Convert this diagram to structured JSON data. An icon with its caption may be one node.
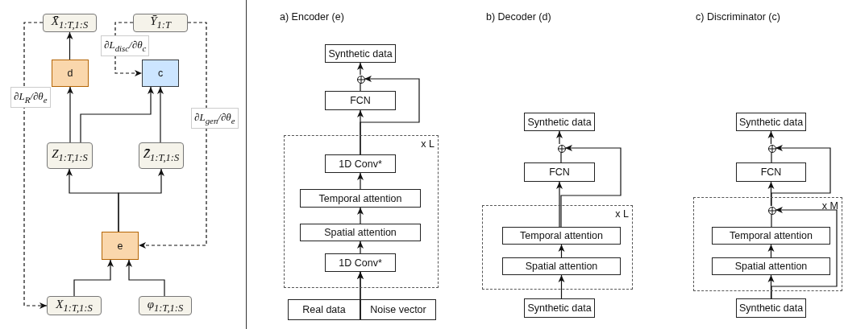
{
  "diagram": {
    "nodes": [
      {
        "text": [
          "X̄$_{1:T,1:S}$"
        ]
      },
      {
        "text": [
          "Ȳ$_{1:T}$"
        ]
      },
      {
        "text": [
          "d"
        ]
      },
      {
        "text": [
          "c"
        ]
      },
      {
        "text": [
          "Z$_{1:T,1:S}$"
        ]
      },
      {
        "text": [
          "Z̄$_{1:T,1:S}$"
        ]
      },
      {
        "text": [
          "e"
        ]
      },
      {
        "text": [
          "X$_{1:T,1:S}$"
        ]
      },
      {
        "text": [
          "φ$_{1:T,1:S}$"
        ]
      },
      {
        "text": [
          "Synthetic data"
        ]
      },
      {
        "text": [],
        "shape": "circle"
      },
      {
        "text": [
          "FCN"
        ]
      },
      {
        "text": [
          "x L"
        ]
      },
      {
        "text": [
          "1D Conv*"
        ],
        "in": 12
      },
      {
        "text": [
          "Temporal attention"
        ],
        "in": 12
      },
      {
        "text": [
          "Spatial attention"
        ],
        "in": 12
      },
      {
        "text": [
          "1D Conv*"
        ],
        "in": 12
      },
      {
        "text": [
          "Real data"
        ]
      },
      {
        "text": [
          "Noise vector"
        ]
      },
      {
        "text": [
          "Synthetic data"
        ]
      },
      {
        "text": [],
        "shape": "circle"
      },
      {
        "text": [
          "FCN"
        ]
      },
      {
        "text": [
          "x L"
        ]
      },
      {
        "text": [
          "Temporal attention"
        ],
        "in": 22
      },
      {
        "text": [
          "Spatial attention"
        ],
        "in": 22
      },
      {
        "text": [
          "Synthetic data"
        ]
      },
      {
        "text": [
          "Synthetic data"
        ]
      },
      {
        "text": [],
        "shape": "circle"
      },
      {
        "text": [
          "FCN"
        ]
      },
      {
        "text": [
          "x M"
        ]
      },
      {
        "text": [],
        "shape": "circle",
        "in": 29
      },
      {
        "text": [
          "Temporal attention"
        ],
        "in": 29
      },
      {
        "text": [
          "Spatial attention"
        ],
        "in": 29
      },
      {
        "text": [
          "Synthetic data"
        ]
      }
    ],
    "edges": [
      {
        "from": 2,
        "to": 0,
        "arrow": "to"
      },
      {
        "from": 4,
        "to": 2,
        "arrow": "to"
      },
      {
        "from": 4,
        "to": 3,
        "arrow": "to"
      },
      {
        "from": 5,
        "to": 3,
        "arrow": "to"
      },
      {
        "from": 6,
        "to": 4,
        "arrow": "to"
      },
      {
        "from": 6,
        "to": 5,
        "arrow": "to"
      },
      {
        "from": 7,
        "to": 6,
        "arrow": "to"
      },
      {
        "from": 8,
        "to": 6,
        "arrow": "to"
      },
      {
        "from": 0,
        "to": 7,
        "arrow": "to",
        "style": "dashed",
        "label": "∂L$_{R}$/∂θ$_{e}$"
      },
      {
        "from": 1,
        "to": 3,
        "arrow": "to",
        "style": "dashed",
        "label": "∂L$_{disc}$/∂θ$_{c}$"
      },
      {
        "from": 1,
        "to": 6,
        "arrow": "to",
        "style": "dashed",
        "label": "∂L$_{gen}$/∂θ$_{e}$"
      },
      {
        "from": 17,
        "to": 16,
        "arrow": "to"
      },
      {
        "from": 18,
        "to": 16,
        "arrow": "to"
      },
      {
        "from": 16,
        "to": 15,
        "arrow": "to"
      },
      {
        "from": 15,
        "to": 14,
        "arrow": "to"
      },
      {
        "from": 14,
        "to": 13,
        "arrow": "to"
      },
      {
        "from": 13,
        "to": 11,
        "arrow": "to"
      },
      {
        "from": 11,
        "to": 10,
        "arrow": "none"
      },
      {
        "from": 10,
        "to": 9,
        "arrow": "to"
      },
      {
        "from": 13,
        "to": 10,
        "arrow": "to"
      },
      {
        "from": 25,
        "to": 24,
        "arrow": "to"
      },
      {
        "from": 24,
        "to": 23,
        "arrow": "to"
      },
      {
        "from": 23,
        "to": 21,
        "arrow": "to"
      },
      {
        "from": 21,
        "to": 20,
        "arrow": "none"
      },
      {
        "from": 20,
        "to": 19,
        "arrow": "to"
      },
      {
        "from": 23,
        "to": 20,
        "arrow": "to"
      },
      {
        "from": 33,
        "to": 32,
        "arrow": "to"
      },
      {
        "from": 32,
        "to": 31,
        "arrow": "to"
      },
      {
        "from": 31,
        "to": 30,
        "arrow": "none"
      },
      {
        "from": 30,
        "to": 28,
        "arrow": "to"
      },
      {
        "from": 28,
        "to": 27,
        "arrow": "none"
      },
      {
        "from": 27,
        "to": 26,
        "arrow": "to"
      },
      {
        "from": 30,
        "to": 27,
        "arrow": "to"
      },
      {
        "from": 33,
        "to": 30,
        "arrow": "to"
      }
    ],
    "labels": [
      "a) Encoder (e)",
      "b) Decoder (d)",
      "c) Discriminator (c)"
    ]
  }
}
